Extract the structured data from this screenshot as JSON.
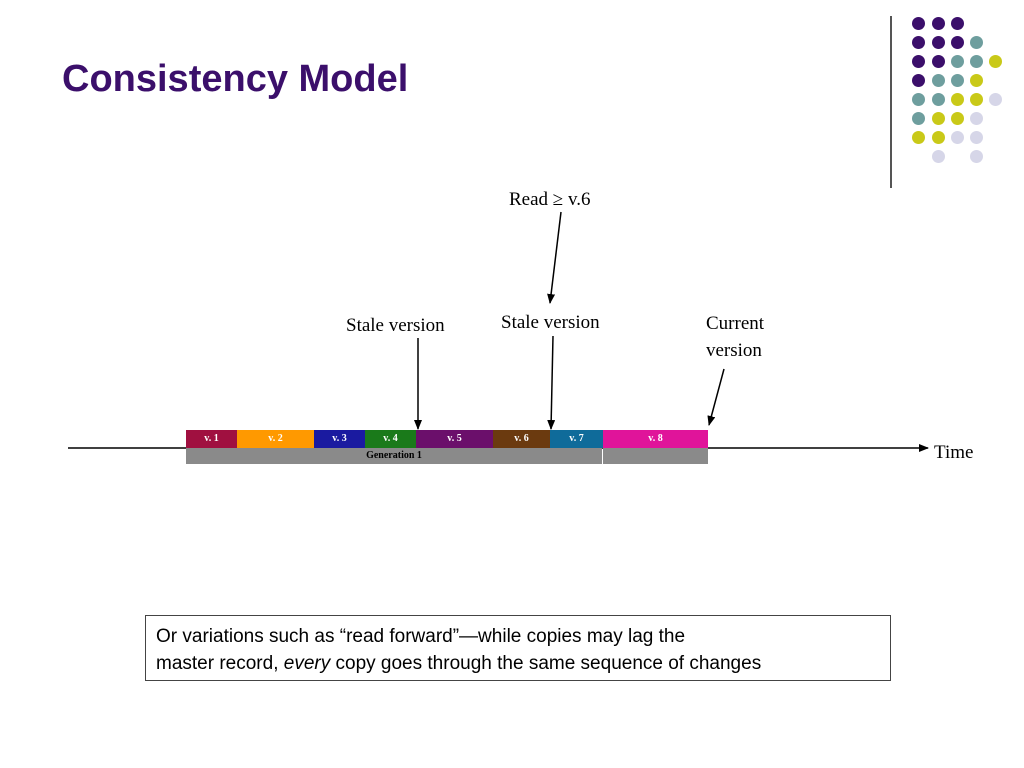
{
  "slide": {
    "title": "Consistency Model"
  },
  "decor": {
    "colors": {
      "purple": "#3b0f6b",
      "teal": "#6e9e9e",
      "yellow": "#c9c918",
      "lavender": "#d6d6e8"
    }
  },
  "diagram": {
    "labels": {
      "read": "Read ≥ v.6",
      "stale1": "Stale version",
      "stale2": "Stale version",
      "current_line1": "Current",
      "current_line2": "version",
      "time": "Time"
    },
    "versions": [
      {
        "label": "v. 1",
        "color": "#a01040"
      },
      {
        "label": "v. 2",
        "color": "#ff9900"
      },
      {
        "label": "v. 3",
        "color": "#1a1aa0"
      },
      {
        "label": "v. 4",
        "color": "#1a7a1a"
      },
      {
        "label": "v. 5",
        "color": "#6b0f6b"
      },
      {
        "label": "v. 6",
        "color": "#6b3a0f"
      },
      {
        "label": "v. 7",
        "color": "#0f6b9a"
      },
      {
        "label": "v. 8",
        "color": "#e0149a"
      }
    ],
    "generation": {
      "label": "Generation 1",
      "color": "#8a8a8a"
    }
  },
  "note": {
    "line1": "Or variations such as “read forward”—while copies may lag the",
    "line2_before": "master record, ",
    "line2_emph": "every",
    "line2_after": " copy goes through the same sequence of changes"
  }
}
